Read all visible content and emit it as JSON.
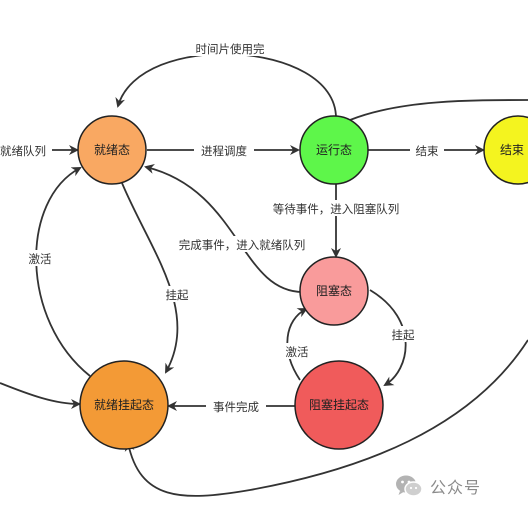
{
  "nodes": {
    "ready": {
      "label": "就绪态",
      "color": "#f9a862"
    },
    "running": {
      "label": "运行态",
      "color": "#5ef64a"
    },
    "end": {
      "label": "结束",
      "color": "#f4f41f"
    },
    "blocked": {
      "label": "阻塞态",
      "color": "#f99b9b"
    },
    "ready_suspended": {
      "label": "就绪挂起态",
      "color": "#f39a36"
    },
    "blocked_suspended": {
      "label": "阻塞挂起态",
      "color": "#f05b5b"
    }
  },
  "edges": {
    "timeslice": "时间片使用完",
    "into_ready_queue": "就绪队列",
    "schedule": "进程调度",
    "finish": "结束",
    "wait_event": "等待事件，进入阻塞队列",
    "complete_event": "完成事件，进入就绪队列",
    "suspend_ready": "挂起",
    "activate_ready": "激活",
    "suspend_blocked": "挂起",
    "activate_blocked": "激活",
    "event_complete": "事件完成"
  },
  "watermark": {
    "text": "公众号"
  }
}
